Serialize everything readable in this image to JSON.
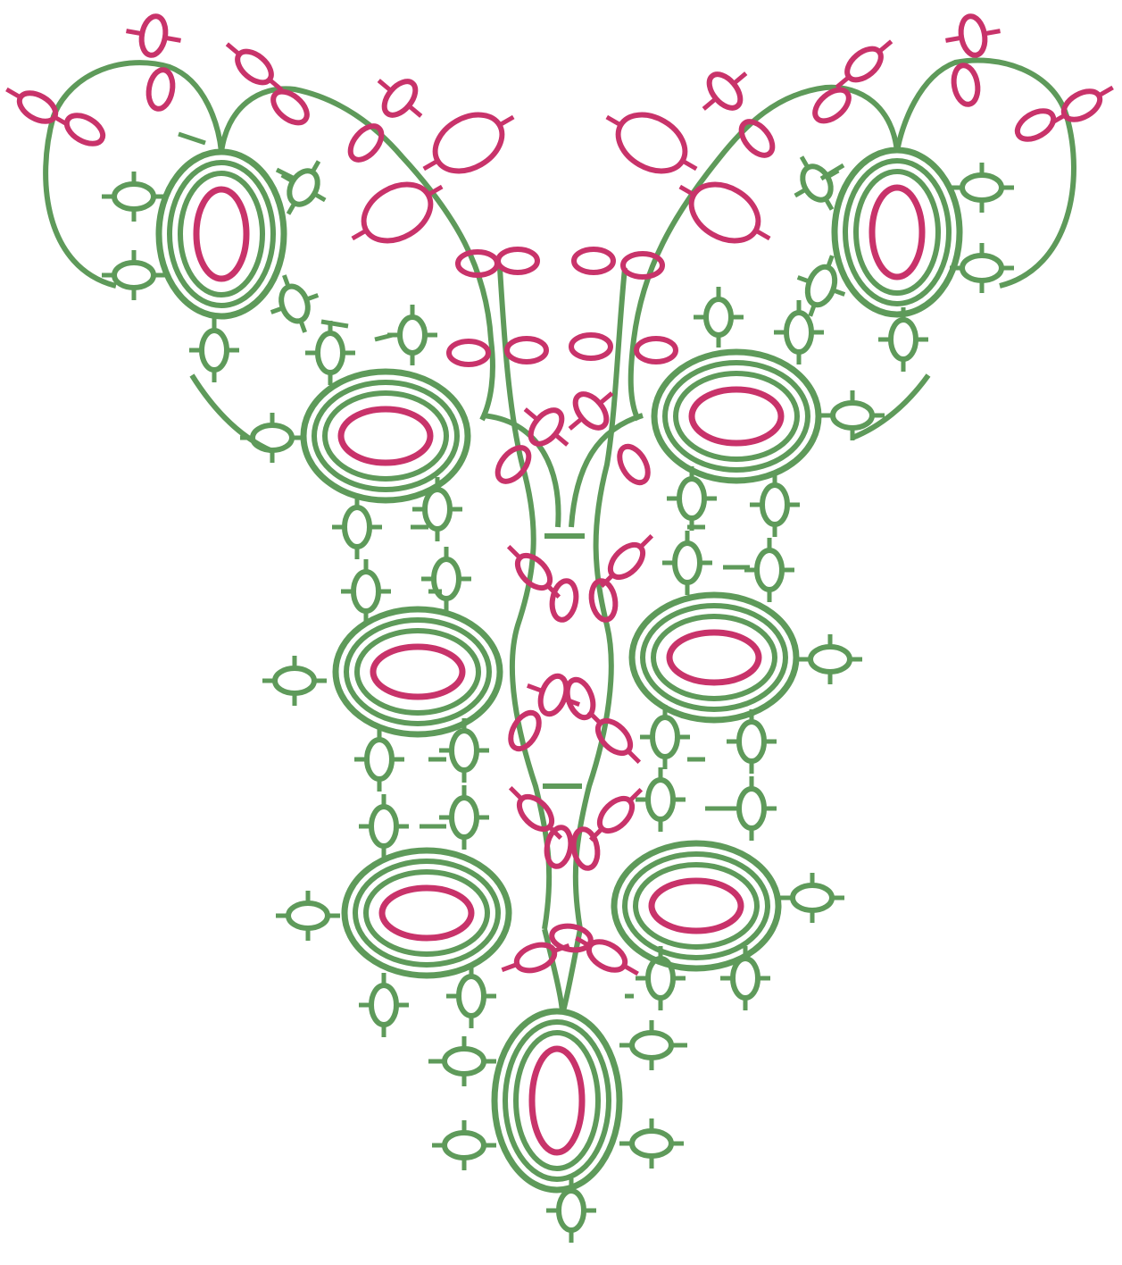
{
  "diagram": {
    "description_text": "",
    "colors": {
      "outer_thread": "#5e9a5a",
      "inner_thread": "#c8336a",
      "background": "#ffffff"
    },
    "icons": [
      "rosette-motif",
      "chain-loop",
      "picot",
      "split-ring"
    ]
  }
}
